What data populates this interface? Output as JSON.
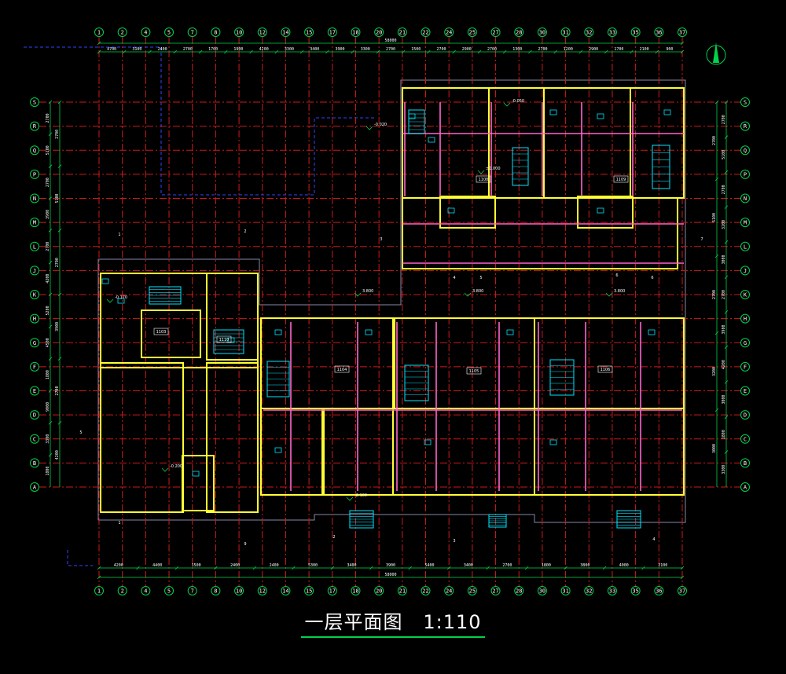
{
  "colors": {
    "background": "#000000",
    "grid_axis": "#d11919",
    "grid_bubble": "#00d44a",
    "dimension": "#00d44a",
    "wall": "#ffff33",
    "partition": "#ff66cc",
    "fixture": "#00e5ff",
    "boundary": "#3344ff",
    "text": "#ffffff"
  },
  "caption": {
    "title": "一层平面图",
    "scale": "1:110"
  },
  "grid_columns": [
    "1",
    "2",
    "4",
    "5",
    "7",
    "8",
    "10",
    "12",
    "14",
    "15",
    "17",
    "18",
    "20",
    "21",
    "22",
    "24",
    "25",
    "27",
    "28",
    "30",
    "31",
    "32",
    "33",
    "35",
    "36",
    "37"
  ],
  "grid_rows": [
    "S",
    "R",
    "Q",
    "P",
    "N",
    "M",
    "L",
    "J",
    "K",
    "H",
    "G",
    "F",
    "E",
    "D",
    "C",
    "B",
    "A"
  ],
  "top_total_dimension": "58000",
  "bottom_total_dimension": "58000",
  "top_dimensions": [
    "4700",
    "3100",
    "2400",
    "2700",
    "1700",
    "1900",
    "4200",
    "3300",
    "3400",
    "3900",
    "3300",
    "2700",
    "1500",
    "2700",
    "2900",
    "2700",
    "1300",
    "2700",
    "1200",
    "2900",
    "1700",
    "2100",
    "900"
  ],
  "bottom_dimensions": [
    "4200",
    "4400",
    "1500",
    "2400",
    "2400",
    "5300",
    "3400",
    "3900",
    "5400",
    "3400",
    "2700",
    "1800",
    "3800",
    "4000",
    "2100"
  ],
  "left_dimensions": [
    "2700",
    "5100",
    "2700",
    "3900",
    "2700",
    "4200",
    "5200",
    "4500",
    "1800",
    "9000",
    "3300",
    "1800"
  ],
  "right_dimensions": [
    "2700",
    "5100",
    "2700",
    "3200",
    "3000",
    "2700",
    "3900",
    "4200",
    "3000",
    "1800",
    "3300"
  ],
  "room_labels": [
    "1103",
    "1104",
    "1105",
    "1106",
    "1108",
    "1109",
    "1110"
  ],
  "elevation_marks": [
    "3.800",
    "3.800",
    "3.800",
    "±0.000",
    "-0.020",
    "-0.050",
    "-0.170",
    "-0.200",
    "-2.100"
  ],
  "section_marks": [
    "1",
    "2",
    "3",
    "4",
    "5",
    "6",
    "7",
    "9"
  ],
  "north_arrow": "north-arrow-icon"
}
